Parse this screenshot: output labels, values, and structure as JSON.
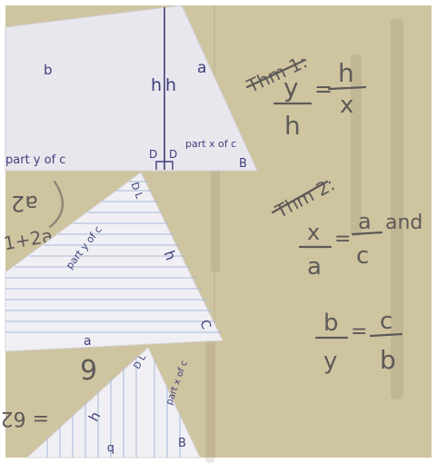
{
  "photo": {
    "colors": {
      "background": "#cfc4a0",
      "paper": "#e9e7ee",
      "lined_paper": "#f0f0f4",
      "blue_ink": "#3f3f7a",
      "pencil_ink": "#5d5a58"
    },
    "triangle_large": {
      "side_b": "b",
      "altitude_left": "h",
      "altitude_right": "h",
      "side_a": "a",
      "part_y_label": "part y of c",
      "vertex_d_left": "D",
      "vertex_d_right": "D",
      "part_x_label": "part x of c",
      "vertex_b": "B"
    },
    "triangle_middle": {
      "part_y_label": "part y of c",
      "side_h": "h",
      "side_a": "a",
      "vertex_c": "C",
      "vertex_dl": "D L"
    },
    "triangle_small": {
      "side_h": "h",
      "part_x_label": "part x of c",
      "side_b": "b",
      "vertex_b": "B",
      "vertex_dl": "D L"
    },
    "notes": {
      "thm1_title": "Thm 1:",
      "thm1_lhs_num": "y",
      "thm1_lhs_den": "h",
      "thm1_eq": "=",
      "thm1_rhs_num": "h",
      "thm1_rhs_den": "x",
      "thm2_title": "Thm 2:",
      "thm2_a_lhs_num": "x",
      "thm2_a_lhs_den": "a",
      "thm2_a_eq": "=",
      "thm2_a_rhs_num": "a",
      "thm2_a_rhs_den": "c",
      "thm2_and": "and",
      "thm2_b_lhs_num": "b",
      "thm2_b_lhs_den": "y",
      "thm2_b_eq": "=",
      "thm2_b_rhs_num": "c",
      "thm2_b_rhs_den": "b"
    },
    "background_scribbles": {
      "scribble_1": "a2",
      "scribble_2": "1+2a",
      "scribble_3": "9",
      "scribble_4": "= 62"
    }
  }
}
